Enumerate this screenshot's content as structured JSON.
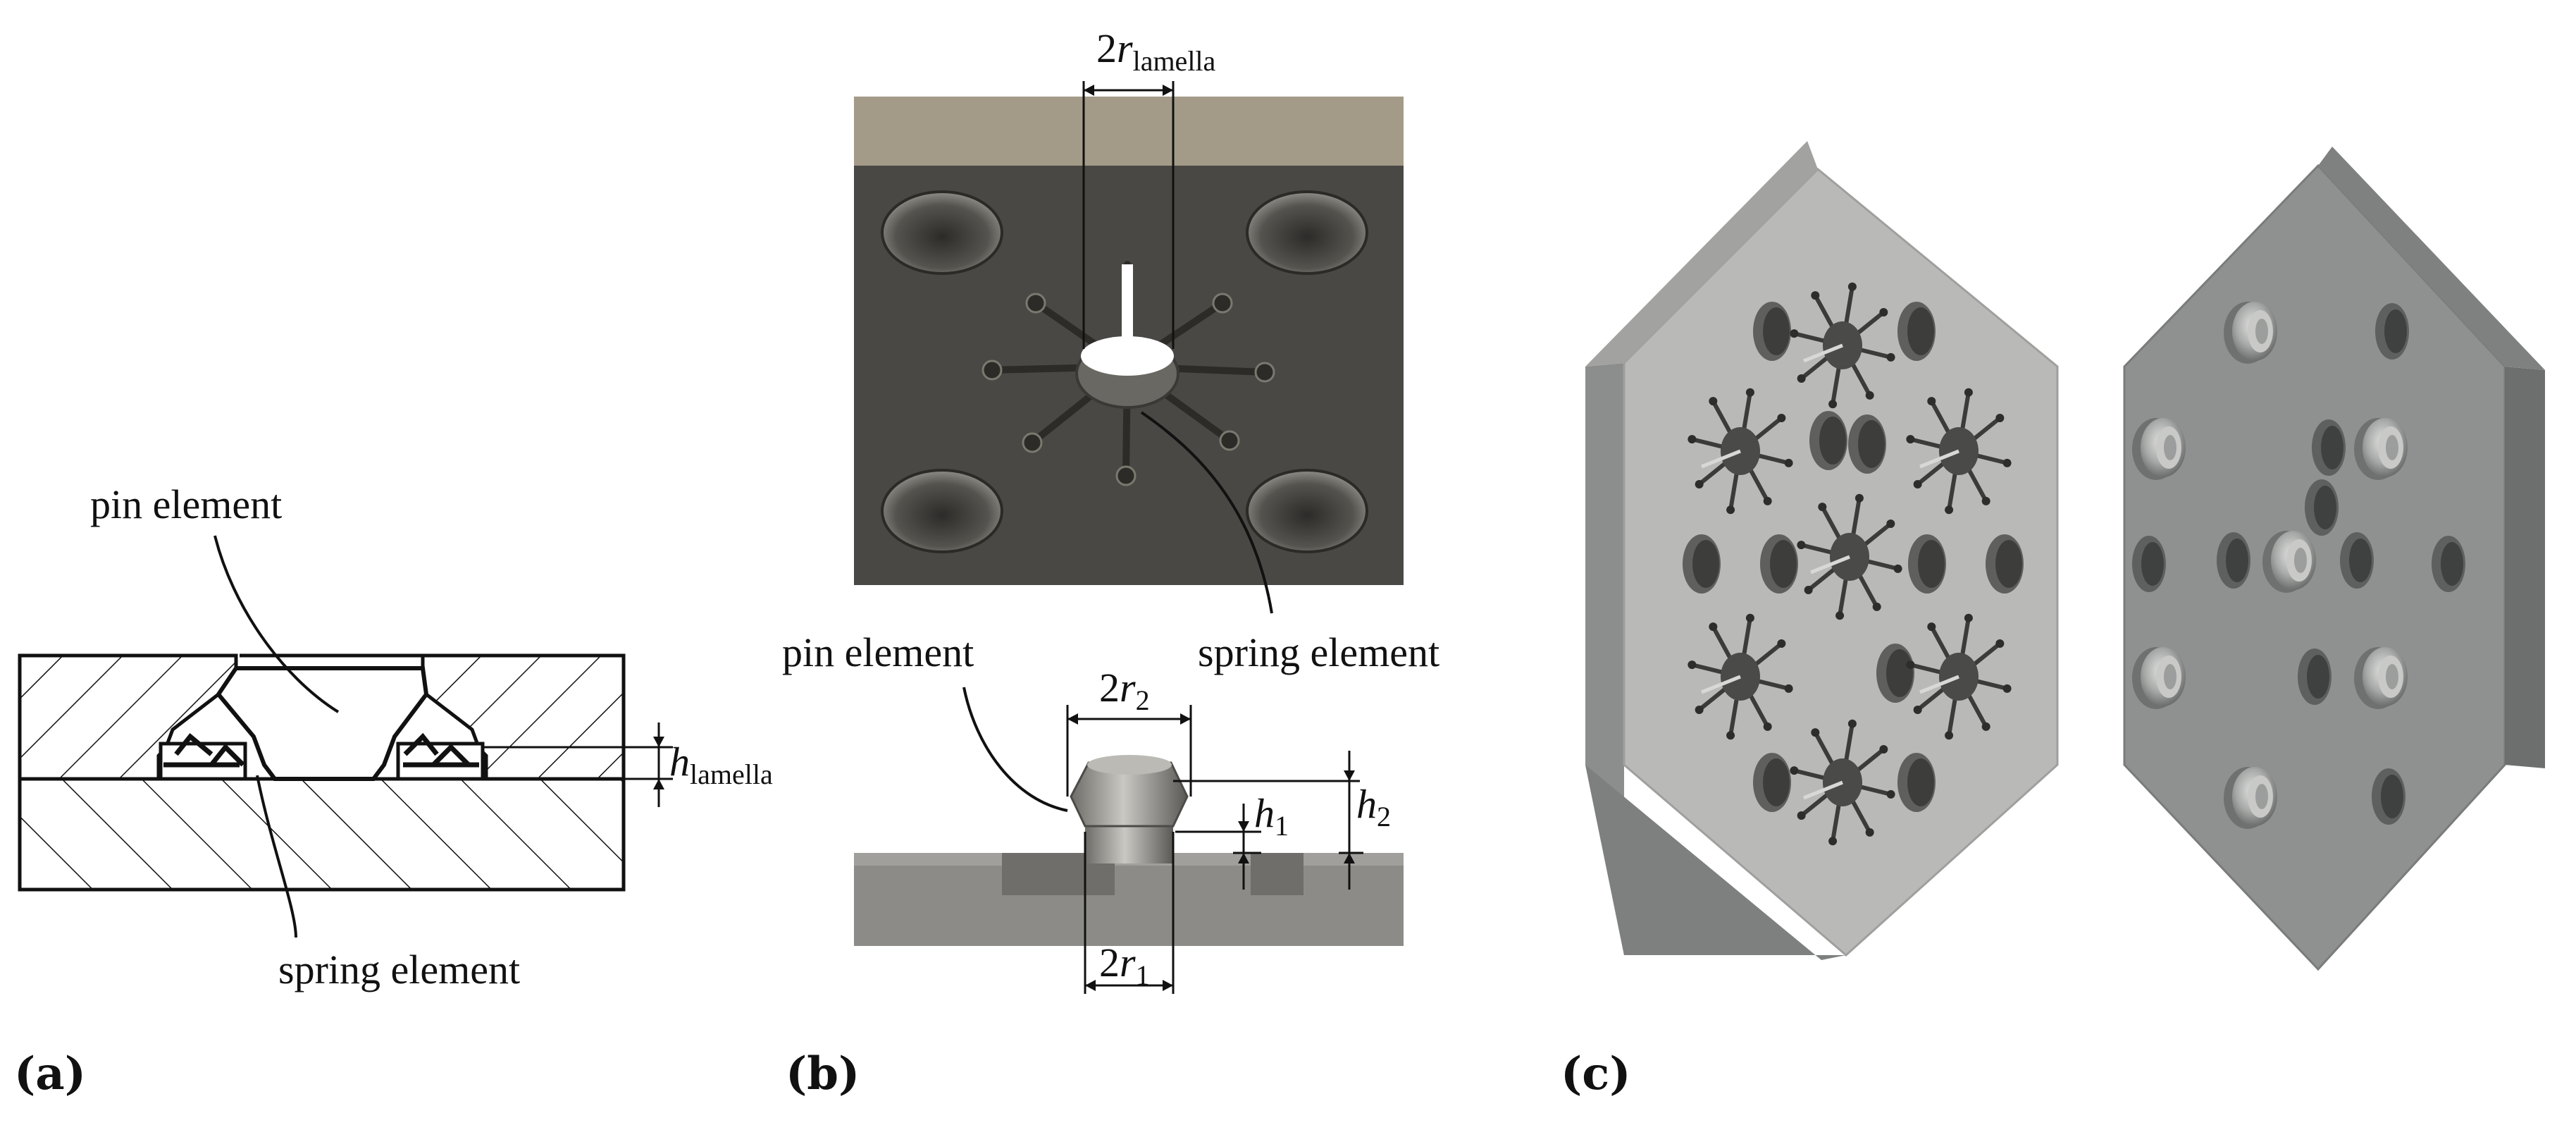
{
  "panels": {
    "a": {
      "label": "(a)",
      "pin_label": "pin element",
      "spring_label": "spring element",
      "h_lamella": {
        "symbol": "h",
        "subscript": "lamella"
      }
    },
    "b": {
      "label": "(b)",
      "r_lamella": {
        "prefix": "2",
        "symbol": "r",
        "subscript": "lamella"
      },
      "pin_label": "pin element",
      "spring_label": "spring element",
      "r2": {
        "prefix": "2",
        "symbol": "r",
        "subscript": "2"
      },
      "r1": {
        "prefix": "2",
        "symbol": "r",
        "subscript": "1"
      },
      "h1": {
        "symbol": "h",
        "subscript": "1"
      },
      "h2": {
        "symbol": "h",
        "subscript": "2"
      }
    },
    "c": {
      "label": "(c)"
    }
  },
  "colors": {
    "ink": "#111111",
    "plate_dark": "#4a4844",
    "plate_top": "#a39a88",
    "render_light": "#b9bab8",
    "render_dark": "#8c8e8d"
  }
}
